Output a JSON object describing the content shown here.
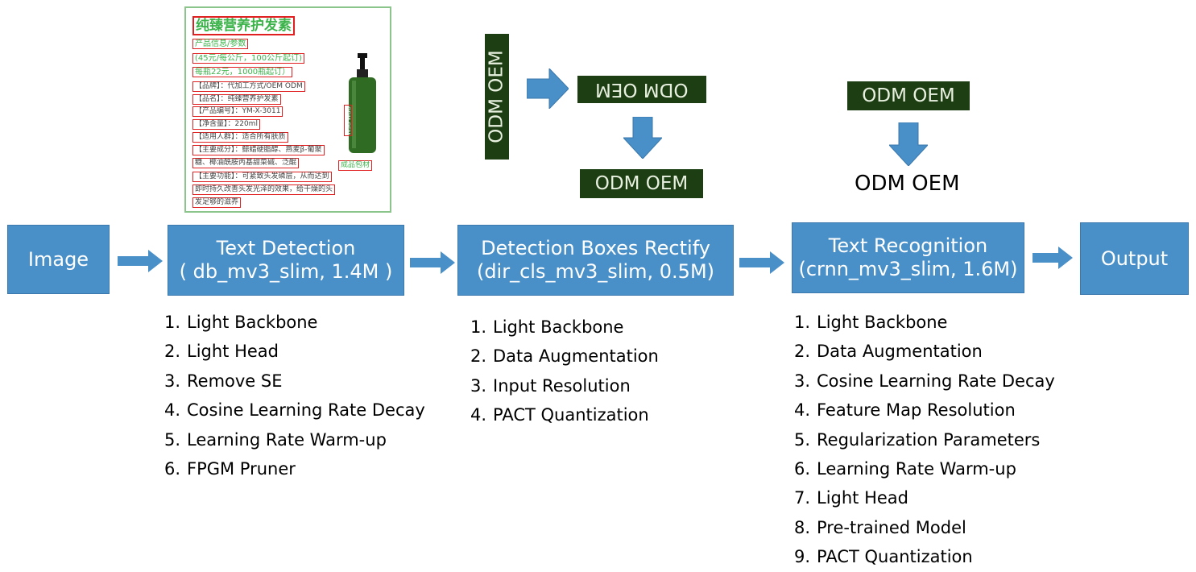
{
  "product_image": {
    "title": "纯臻营养护发素",
    "lines": [
      "产品信息/参数",
      "(45元/每公斤，100公斤起订)",
      "每瓶22元，1000瓶起订）",
      "【品牌】：代加工方式/OEM ODM",
      "【品名】：纯臻营养护发素",
      "【产品编号】：YM-X-3011",
      "【净含量】：220ml",
      "【适用人群】：适合所有肤质",
      "【主要成分】：鲸蜡硬脂醇、燕麦β-葡聚",
      "糖、椰油酰胺丙基甜菜碱、泛醌",
      "【主要功能】：可紧致头发磷层，从而达到",
      "即时持久改善头发光泽的效果，给干燥的头",
      "发足够的滋养"
    ],
    "bottle_label": "ODM OEM",
    "bottle_caption": "成品包材"
  },
  "crops": {
    "vertical": "ODM OEM",
    "flipped": "ODM OEM",
    "rectified": "ODM OEM",
    "recognition_input": "ODM OEM"
  },
  "recognition_output": "ODM OEM",
  "pipeline": {
    "image": "Image",
    "detection": {
      "title": "Text Detection",
      "subtitle": "( db_mv3_slim, 1.4M )"
    },
    "rectify": {
      "title": "Detection Boxes Rectify",
      "subtitle": "(dir_cls_mv3_slim, 0.5M)"
    },
    "recognition": {
      "title": "Text Recognition",
      "subtitle": "(crnn_mv3_slim, 1.6M)"
    },
    "output": "Output"
  },
  "lists": {
    "detection": [
      "Light Backbone",
      "Light Head",
      "Remove SE",
      "Cosine Learning Rate Decay",
      "Learning Rate Warm-up",
      "FPGM Pruner"
    ],
    "rectify": [
      "Light Backbone",
      "Data Augmentation",
      "Input Resolution",
      "PACT Quantization"
    ],
    "recognition": [
      "Light Backbone",
      "Data Augmentation",
      "Cosine Learning Rate Decay",
      "Feature Map Resolution",
      "Regularization Parameters",
      "Learning Rate Warm-up",
      "Light Head",
      "Pre-trained Model",
      "PACT Quantization"
    ]
  },
  "colors": {
    "box": "#4a90c8",
    "arrow": "#4a90c8",
    "crop_bg": "#1d3d12"
  }
}
